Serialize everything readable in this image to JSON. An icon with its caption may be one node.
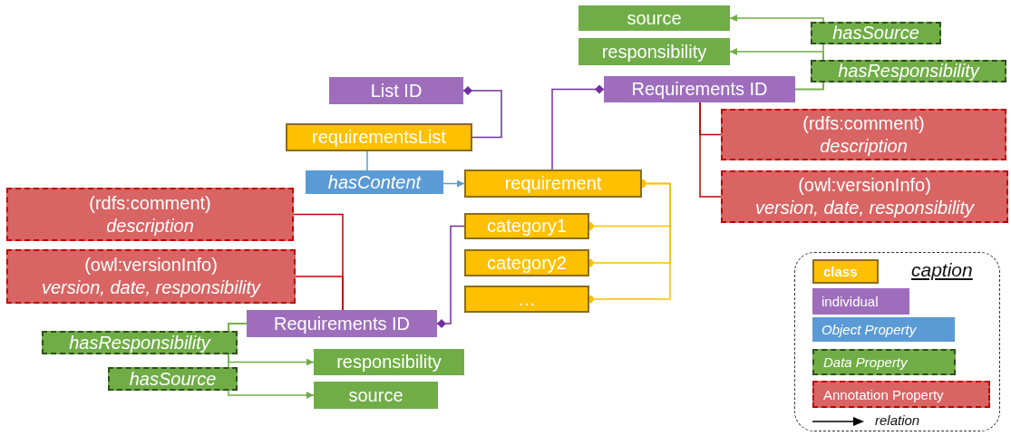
{
  "diagram": {
    "nodes": [
      {
        "text": [
          "source"
        ]
      },
      {
        "text": [
          "responsibility"
        ]
      },
      {
        "text": [
          "List ID"
        ]
      },
      {
        "text": [
          "Requirements ID"
        ]
      },
      {
        "text": [
          "requirementsList"
        ]
      },
      {
        "text": [
          "(rdfs:comment)",
          "description"
        ]
      },
      {
        "text": [
          "hasContent"
        ]
      },
      {
        "text": [
          "requirement"
        ]
      },
      {
        "text": [
          "(owl:versionInfo)",
          "version, date, responsibility"
        ]
      },
      {
        "text": [
          "(rdfs:comment)",
          "description"
        ]
      },
      {
        "text": [
          "category1"
        ]
      },
      {
        "text": [
          "(owl:versionInfo)",
          "version, date, responsibility"
        ]
      },
      {
        "text": [
          "category2"
        ]
      },
      {
        "text": [
          "…"
        ]
      },
      {
        "text": [
          "Requirements ID"
        ]
      },
      {
        "text": [
          "responsibility"
        ]
      },
      {
        "text": [
          "source"
        ]
      }
    ],
    "edges": [
      {
        "from": 4,
        "to": 2,
        "arrow": "other",
        "color": "#7030a0"
      },
      {
        "from": 7,
        "to": 3,
        "arrow": "other",
        "color": "#7030a0"
      },
      {
        "from": 4,
        "to": 6,
        "arrow": "none",
        "color": "#5b9bd5"
      },
      {
        "from": 6,
        "to": 7,
        "arrow": "to",
        "color": "#5b9bd5"
      },
      {
        "from": 7,
        "to": 10,
        "arrow": "other",
        "color": "#ffc000"
      },
      {
        "from": 7,
        "to": 12,
        "arrow": "other",
        "color": "#ffc000"
      },
      {
        "from": 7,
        "to": 13,
        "arrow": "other",
        "color": "#ffc000"
      },
      {
        "from": 3,
        "to": 5,
        "arrow": "none",
        "color": "#c00000"
      },
      {
        "from": 3,
        "to": 8,
        "arrow": "none",
        "color": "#c00000"
      },
      {
        "from": 3,
        "to": 0,
        "label": "hasSource",
        "arrow": "to",
        "color": "#70ad47"
      },
      {
        "from": 3,
        "to": 1,
        "label": "hasResponsibility",
        "arrow": "to",
        "color": "#70ad47"
      },
      {
        "from": 14,
        "to": 9,
        "arrow": "none",
        "color": "#c00000"
      },
      {
        "from": 14,
        "to": 11,
        "arrow": "none",
        "color": "#c00000"
      },
      {
        "from": 10,
        "to": 14,
        "arrow": "other",
        "color": "#7030a0"
      },
      {
        "from": 14,
        "to": 15,
        "label": "hasResponsibility",
        "arrow": "to",
        "color": "#70ad47"
      },
      {
        "from": 14,
        "to": 16,
        "label": "hasSource",
        "arrow": "to",
        "color": "#70ad47"
      }
    ],
    "labels": [
      "caption"
    ],
    "legend": [
      {
        "text": "class",
        "color": "#ffc000"
      },
      {
        "text": "individual",
        "color": "#9e6ebd"
      },
      {
        "text": "Object Property",
        "color": "#5b9bd5"
      },
      {
        "text": "Data Property",
        "color": "#70ad47"
      },
      {
        "text": "Annotation Property",
        "color": "#d96464"
      },
      {
        "text": "relation"
      }
    ]
  }
}
